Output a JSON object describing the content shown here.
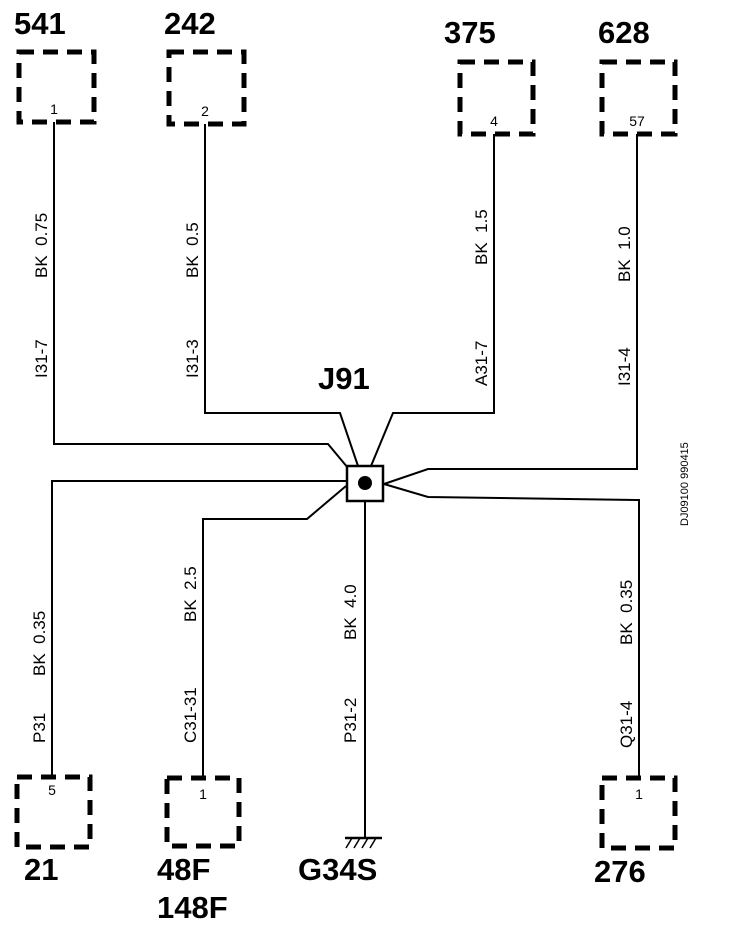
{
  "splice": {
    "label": "J91"
  },
  "ground": {
    "label": "G34S"
  },
  "doc_id": "DJ09100 990415",
  "connectors": {
    "c541": {
      "number": "541",
      "pin": "1",
      "wire_id": "I31-7",
      "wire_spec": "BK  0.75"
    },
    "c242": {
      "number": "242",
      "pin": "2",
      "wire_id": "I31-3",
      "wire_spec": "BK  0.5"
    },
    "c375": {
      "number": "375",
      "pin": "4",
      "wire_id": "A31-7",
      "wire_spec": "BK  1.5"
    },
    "c628": {
      "number": "628",
      "pin": "57",
      "wire_id": "I31-4",
      "wire_spec": "BK  1.0"
    },
    "c21": {
      "number": "21",
      "pin": "5",
      "wire_id": "P31",
      "wire_spec": "BK  0.35"
    },
    "c48f": {
      "number": "48F",
      "number2": "148F",
      "pin": "1",
      "wire_id": "C31-31",
      "wire_spec": "BK  2.5"
    },
    "c276": {
      "number": "276",
      "pin": "1",
      "wire_id": "Q31-4",
      "wire_spec": "BK  0.35"
    }
  },
  "ground_wire": {
    "wire_id": "P31-2",
    "wire_spec": "BK  4.0"
  }
}
